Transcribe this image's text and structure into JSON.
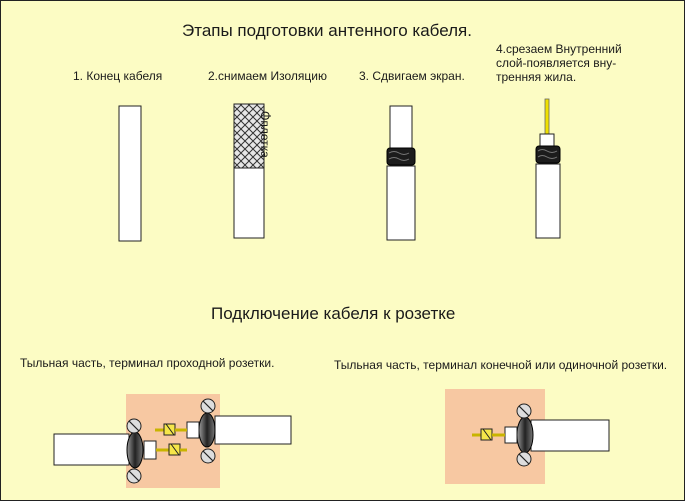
{
  "title_main": "Этапы  подготовки  антенного кабеля.",
  "steps": [
    {
      "label": "1.  Конец кабеля"
    },
    {
      "label": "2.снимаем Изоляцию",
      "callout": "Оплетка"
    },
    {
      "label": "3. Сдвигаем экран."
    },
    {
      "label": "4.срезаем Внутренний\nслой-появляется вну-\nтренняя жила."
    }
  ],
  "title_connection": "Подключение кабеля к розетке",
  "terminals": [
    {
      "label": "Тыльная часть, терминал  проходной розетки."
    },
    {
      "label": "Тыльная часть, терминал  конечной или одиночной розетки."
    }
  ]
}
